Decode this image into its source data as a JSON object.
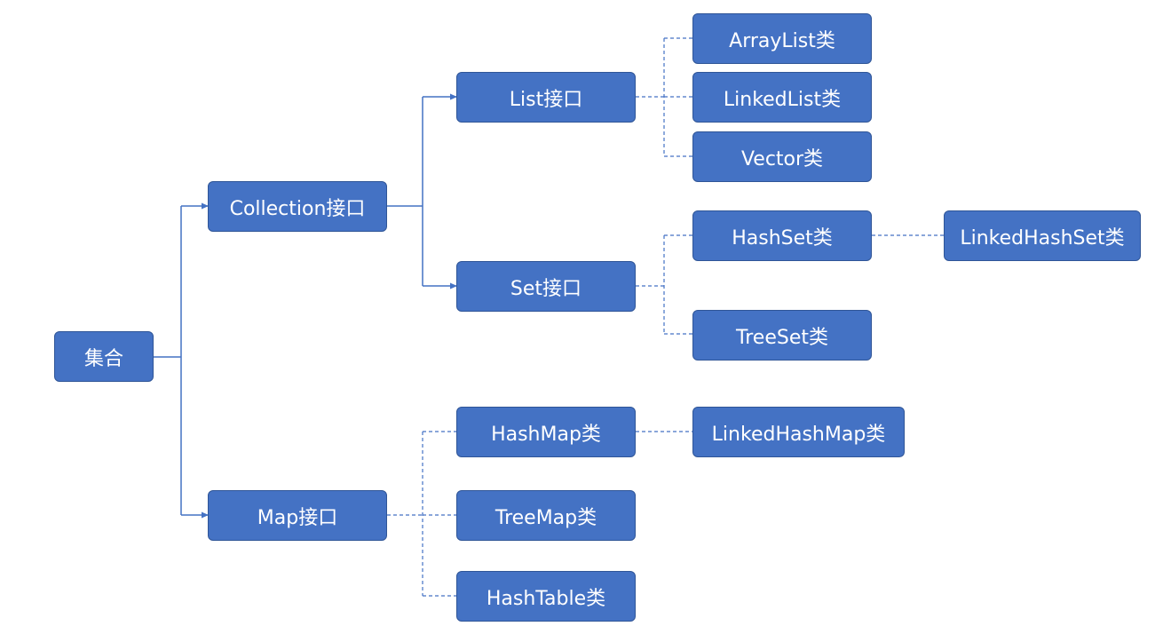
{
  "diagram": {
    "root": {
      "label": "集合"
    },
    "collection": {
      "label": "Collection接口"
    },
    "map": {
      "label": "Map接口"
    },
    "list": {
      "label": "List接口"
    },
    "set": {
      "label": "Set接口"
    },
    "arraylist": {
      "label": "ArrayList类"
    },
    "linkedlist": {
      "label": "LinkedList类"
    },
    "vector": {
      "label": "Vector类"
    },
    "hashset": {
      "label": "HashSet类"
    },
    "treeset": {
      "label": "TreeSet类"
    },
    "linkedhashset": {
      "label": "LinkedHashSet类"
    },
    "hashmap": {
      "label": "HashMap类"
    },
    "treemap": {
      "label": "TreeMap类"
    },
    "hashtable": {
      "label": "HashTable类"
    },
    "linkedhashmap": {
      "label": "LinkedHashMap类"
    }
  },
  "colors": {
    "node_fill": "#4472c4",
    "node_border": "#2f5597",
    "node_text": "#ffffff",
    "connector": "#4472c4"
  }
}
